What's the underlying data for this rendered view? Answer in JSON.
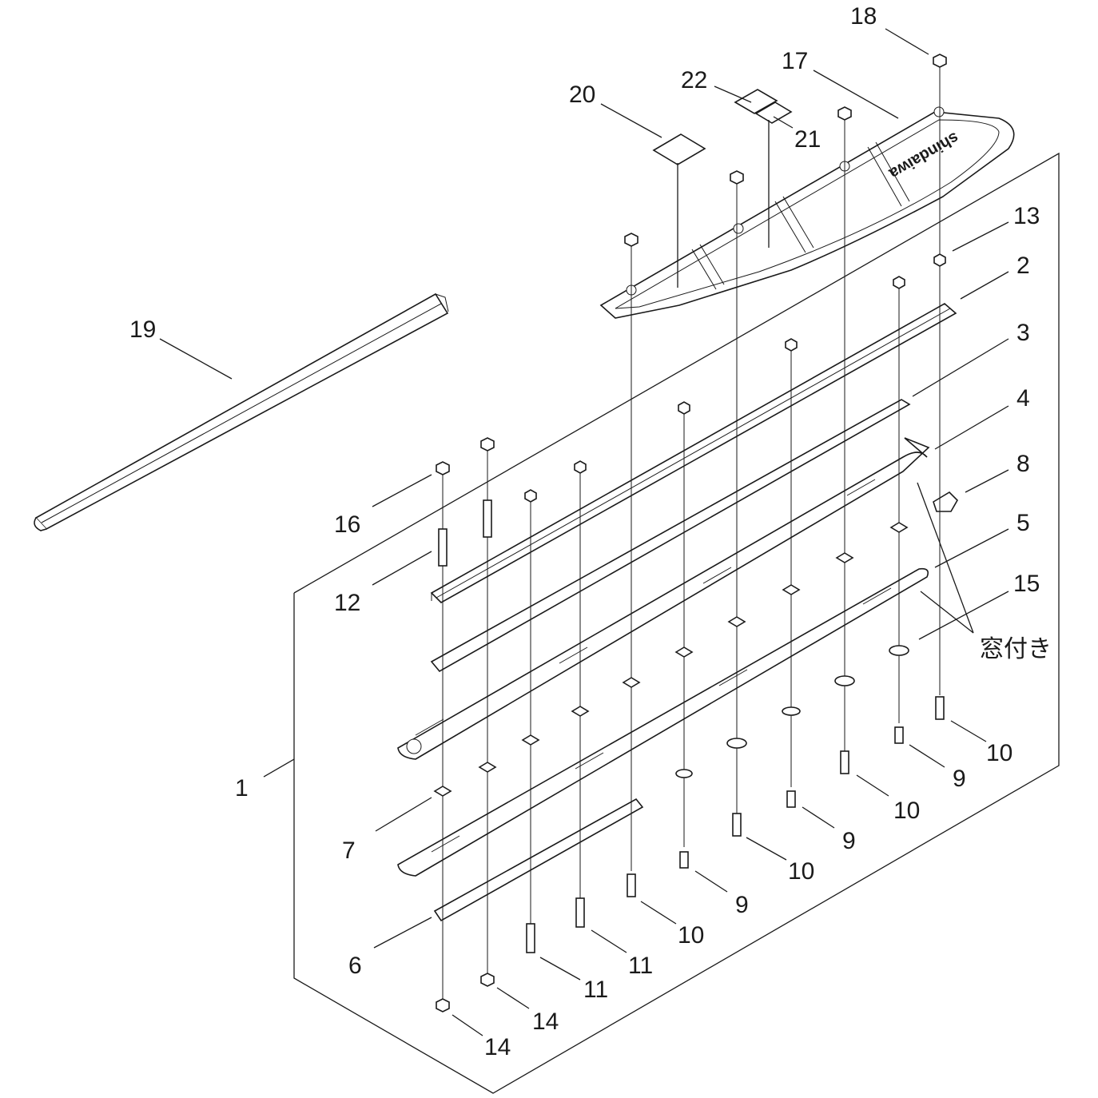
{
  "callouts": [
    {
      "id": "c18",
      "text": "18"
    },
    {
      "id": "c17",
      "text": "17"
    },
    {
      "id": "c22",
      "text": "22"
    },
    {
      "id": "c20",
      "text": "20"
    },
    {
      "id": "c21",
      "text": "21"
    },
    {
      "id": "c13",
      "text": "13"
    },
    {
      "id": "c2",
      "text": "2"
    },
    {
      "id": "c19",
      "text": "19"
    },
    {
      "id": "c3",
      "text": "3"
    },
    {
      "id": "c4",
      "text": "4"
    },
    {
      "id": "c8",
      "text": "8"
    },
    {
      "id": "c16",
      "text": "16"
    },
    {
      "id": "c5",
      "text": "5"
    },
    {
      "id": "c15",
      "text": "15"
    },
    {
      "id": "c12",
      "text": "12"
    },
    {
      "id": "cwin",
      "text": "窓付き"
    },
    {
      "id": "c10a",
      "text": "10"
    },
    {
      "id": "c9a",
      "text": "9"
    },
    {
      "id": "c1",
      "text": "1"
    },
    {
      "id": "c10b",
      "text": "10"
    },
    {
      "id": "c9b",
      "text": "9"
    },
    {
      "id": "c7",
      "text": "7"
    },
    {
      "id": "c10c",
      "text": "10"
    },
    {
      "id": "c9c",
      "text": "9"
    },
    {
      "id": "c10d",
      "text": "10"
    },
    {
      "id": "c11a",
      "text": "11"
    },
    {
      "id": "c6",
      "text": "6"
    },
    {
      "id": "c11b",
      "text": "11"
    },
    {
      "id": "c14a",
      "text": "14"
    },
    {
      "id": "c14b",
      "text": "14"
    }
  ],
  "cover_logo_text": "shindaiwa"
}
